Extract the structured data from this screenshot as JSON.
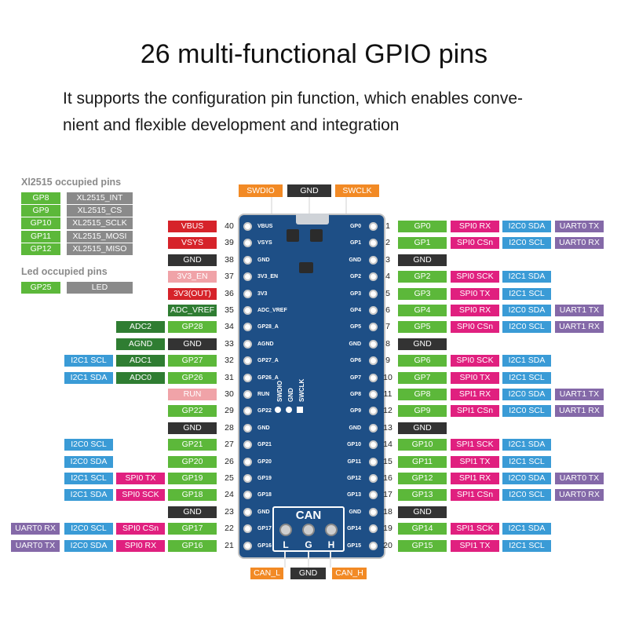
{
  "title": "26 multi-functional GPIO pins",
  "subtitle_line1": "It supports the configuration pin function, which enables conve-",
  "subtitle_line2": "nient and flexible development and integration",
  "xl2515_section": "Xl2515 occupied pins",
  "xl2515": [
    {
      "gp": "GP8",
      "fn": "XL2515_INT"
    },
    {
      "gp": "GP9",
      "fn": "XL2515_CS"
    },
    {
      "gp": "GP10",
      "fn": "XL2515_SCLK"
    },
    {
      "gp": "GP11",
      "fn": "XL2515_MOSI"
    },
    {
      "gp": "GP12",
      "fn": "XL2515_MISO"
    }
  ],
  "led_section": "Led occupied pins",
  "led": {
    "gp": "GP25",
    "fn": "LED"
  },
  "top_tags": {
    "swdio": "SWDIO",
    "gnd": "GND",
    "swclk": "SWCLK"
  },
  "bottom_tags": {
    "can_l": "CAN_L",
    "gnd": "GND",
    "can_h": "CAN_H"
  },
  "can_title": "CAN",
  "can_letters": [
    "L",
    "G",
    "H"
  ],
  "board_side_labels": [
    "SWDIO",
    "GND",
    "SWCLK"
  ],
  "colors": {
    "green": "#5cb83a",
    "red": "#d6232a",
    "pink_light": "#f0a3a8",
    "pink": "#e0207f",
    "blue": "#3a9bd6",
    "purple": "#8469a8",
    "dark_green": "#2f7d32",
    "black": "#333333",
    "grey": "#8a8a8a",
    "orange": "#f28a25",
    "board": "#1e4f86"
  },
  "left_rows": [
    {
      "num": "40",
      "pcb": "VBUS",
      "tags": [
        {
          "t": "VBUS",
          "c": "red"
        }
      ]
    },
    {
      "num": "39",
      "pcb": "VSYS",
      "tags": [
        {
          "t": "VSYS",
          "c": "red"
        }
      ]
    },
    {
      "num": "38",
      "pcb": "GND",
      "tags": [
        {
          "t": "GND",
          "c": "black"
        }
      ]
    },
    {
      "num": "37",
      "pcb": "3V3_EN",
      "tags": [
        {
          "t": "3V3_EN",
          "c": "pink_light"
        }
      ]
    },
    {
      "num": "36",
      "pcb": "3V3",
      "tags": [
        {
          "t": "3V3(OUT)",
          "c": "red"
        }
      ]
    },
    {
      "num": "35",
      "pcb": "ADC_VREF",
      "tags": [
        {
          "t": "ADC_VREF",
          "c": "dark_green"
        }
      ]
    },
    {
      "num": "34",
      "pcb": "GP28_A",
      "tags": [
        {
          "t": "GP28",
          "c": "green"
        },
        {
          "t": "ADC2",
          "c": "dark_green"
        }
      ]
    },
    {
      "num": "33",
      "pcb": "AGND",
      "tags": [
        {
          "t": "GND",
          "c": "black"
        },
        {
          "t": "AGND",
          "c": "dark_green"
        }
      ]
    },
    {
      "num": "32",
      "pcb": "GP27_A",
      "tags": [
        {
          "t": "GP27",
          "c": "green"
        },
        {
          "t": "ADC1",
          "c": "dark_green"
        },
        {
          "t": "I2C1 SCL",
          "c": "blue"
        }
      ]
    },
    {
      "num": "31",
      "pcb": "GP26_A",
      "tags": [
        {
          "t": "GP26",
          "c": "green"
        },
        {
          "t": "ADC0",
          "c": "dark_green"
        },
        {
          "t": "I2C1 SDA",
          "c": "blue"
        }
      ]
    },
    {
      "num": "30",
      "pcb": "RUN",
      "tags": [
        {
          "t": "RUN",
          "c": "pink_light"
        }
      ]
    },
    {
      "num": "29",
      "pcb": "GP22",
      "tags": [
        {
          "t": "GP22",
          "c": "green"
        }
      ]
    },
    {
      "num": "28",
      "pcb": "GND",
      "tags": [
        {
          "t": "GND",
          "c": "black"
        }
      ]
    },
    {
      "num": "27",
      "pcb": "GP21",
      "tags": [
        {
          "t": "GP21",
          "c": "green"
        },
        {
          "t": "I2C0 SCL",
          "c": "blue",
          "skip": true
        }
      ]
    },
    {
      "num": "26",
      "pcb": "GP20",
      "tags": [
        {
          "t": "GP20",
          "c": "green"
        },
        {
          "t": "I2C0 SDA",
          "c": "blue",
          "skip": true
        }
      ]
    },
    {
      "num": "25",
      "pcb": "GP19",
      "tags": [
        {
          "t": "GP19",
          "c": "green"
        },
        {
          "t": "SPI0 TX",
          "c": "pink"
        },
        {
          "t": "I2C1 SCL",
          "c": "blue"
        }
      ]
    },
    {
      "num": "24",
      "pcb": "GP18",
      "tags": [
        {
          "t": "GP18",
          "c": "green"
        },
        {
          "t": "SPI0 SCK",
          "c": "pink"
        },
        {
          "t": "I2C1 SDA",
          "c": "blue"
        }
      ]
    },
    {
      "num": "23",
      "pcb": "GND",
      "tags": [
        {
          "t": "GND",
          "c": "black"
        }
      ]
    },
    {
      "num": "22",
      "pcb": "GP17",
      "tags": [
        {
          "t": "GP17",
          "c": "green"
        },
        {
          "t": "SPI0 CSn",
          "c": "pink"
        },
        {
          "t": "I2C0 SCL",
          "c": "blue"
        },
        {
          "t": "UART0 RX",
          "c": "purple"
        }
      ]
    },
    {
      "num": "21",
      "pcb": "GP16",
      "tags": [
        {
          "t": "GP16",
          "c": "green"
        },
        {
          "t": "SPI0 RX",
          "c": "pink"
        },
        {
          "t": "I2C0 SDA",
          "c": "blue"
        },
        {
          "t": "UART0 TX",
          "c": "purple"
        }
      ]
    }
  ],
  "right_rows": [
    {
      "num": "1",
      "pcb": "GP0",
      "tags": [
        {
          "t": "GP0",
          "c": "green"
        },
        {
          "t": "SPI0 RX",
          "c": "pink"
        },
        {
          "t": "I2C0 SDA",
          "c": "blue"
        },
        {
          "t": "UART0 TX",
          "c": "purple"
        }
      ]
    },
    {
      "num": "2",
      "pcb": "GP1",
      "tags": [
        {
          "t": "GP1",
          "c": "green"
        },
        {
          "t": "SPI0 CSn",
          "c": "pink"
        },
        {
          "t": "I2C0 SCL",
          "c": "blue"
        },
        {
          "t": "UART0 RX",
          "c": "purple"
        }
      ]
    },
    {
      "num": "3",
      "pcb": "GND",
      "tags": [
        {
          "t": "GND",
          "c": "black"
        }
      ]
    },
    {
      "num": "4",
      "pcb": "GP2",
      "tags": [
        {
          "t": "GP2",
          "c": "green"
        },
        {
          "t": "SPI0 SCK",
          "c": "pink"
        },
        {
          "t": "I2C1 SDA",
          "c": "blue"
        }
      ]
    },
    {
      "num": "5",
      "pcb": "GP3",
      "tags": [
        {
          "t": "GP3",
          "c": "green"
        },
        {
          "t": "SPI0 TX",
          "c": "pink"
        },
        {
          "t": "I2C1 SCL",
          "c": "blue"
        }
      ]
    },
    {
      "num": "6",
      "pcb": "GP4",
      "tags": [
        {
          "t": "GP4",
          "c": "green"
        },
        {
          "t": "SPI0 RX",
          "c": "pink"
        },
        {
          "t": "I2C0 SDA",
          "c": "blue"
        },
        {
          "t": "UART1 TX",
          "c": "purple"
        }
      ]
    },
    {
      "num": "7",
      "pcb": "GP5",
      "tags": [
        {
          "t": "GP5",
          "c": "green"
        },
        {
          "t": "SPI0 CSn",
          "c": "pink"
        },
        {
          "t": "I2C0 SCL",
          "c": "blue"
        },
        {
          "t": "UART1 RX",
          "c": "purple"
        }
      ]
    },
    {
      "num": "8",
      "pcb": "GND",
      "tags": [
        {
          "t": "GND",
          "c": "black"
        }
      ]
    },
    {
      "num": "9",
      "pcb": "GP6",
      "tags": [
        {
          "t": "GP6",
          "c": "green"
        },
        {
          "t": "SPI0 SCK",
          "c": "pink"
        },
        {
          "t": "I2C1 SDA",
          "c": "blue"
        }
      ]
    },
    {
      "num": "10",
      "pcb": "GP7",
      "tags": [
        {
          "t": "GP7",
          "c": "green"
        },
        {
          "t": "SPI0 TX",
          "c": "pink"
        },
        {
          "t": "I2C1 SCL",
          "c": "blue"
        }
      ]
    },
    {
      "num": "11",
      "pcb": "GP8",
      "tags": [
        {
          "t": "GP8",
          "c": "green"
        },
        {
          "t": "SPI1 RX",
          "c": "pink"
        },
        {
          "t": "I2C0 SDA",
          "c": "blue"
        },
        {
          "t": "UART1 TX",
          "c": "purple"
        }
      ]
    },
    {
      "num": "12",
      "pcb": "GP9",
      "tags": [
        {
          "t": "GP9",
          "c": "green"
        },
        {
          "t": "SPI1 CSn",
          "c": "pink"
        },
        {
          "t": "I2C0 SCL",
          "c": "blue"
        },
        {
          "t": "UART1 RX",
          "c": "purple"
        }
      ]
    },
    {
      "num": "13",
      "pcb": "GND",
      "tags": [
        {
          "t": "GND",
          "c": "black"
        }
      ]
    },
    {
      "num": "14",
      "pcb": "GP10",
      "tags": [
        {
          "t": "GP10",
          "c": "green"
        },
        {
          "t": "SPI1 SCK",
          "c": "pink"
        },
        {
          "t": "I2C1 SDA",
          "c": "blue"
        }
      ]
    },
    {
      "num": "15",
      "pcb": "GP11",
      "tags": [
        {
          "t": "GP11",
          "c": "green"
        },
        {
          "t": "SPI1 TX",
          "c": "pink"
        },
        {
          "t": "I2C1 SCL",
          "c": "blue"
        }
      ]
    },
    {
      "num": "16",
      "pcb": "GP12",
      "tags": [
        {
          "t": "GP12",
          "c": "green"
        },
        {
          "t": "SPI1 RX",
          "c": "pink"
        },
        {
          "t": "I2C0 SDA",
          "c": "blue"
        },
        {
          "t": "UART0 TX",
          "c": "purple"
        }
      ]
    },
    {
      "num": "17",
      "pcb": "GP13",
      "tags": [
        {
          "t": "GP13",
          "c": "green"
        },
        {
          "t": "SPI1 CSn",
          "c": "pink"
        },
        {
          "t": "I2C0 SCL",
          "c": "blue"
        },
        {
          "t": "UART0 RX",
          "c": "purple"
        }
      ]
    },
    {
      "num": "18",
      "pcb": "GND",
      "tags": [
        {
          "t": "GND",
          "c": "black"
        }
      ]
    },
    {
      "num": "19",
      "pcb": "GP14",
      "tags": [
        {
          "t": "GP14",
          "c": "green"
        },
        {
          "t": "SPI1 SCK",
          "c": "pink"
        },
        {
          "t": "I2C1 SDA",
          "c": "blue"
        }
      ]
    },
    {
      "num": "20",
      "pcb": "GP15",
      "tags": [
        {
          "t": "GP15",
          "c": "green"
        },
        {
          "t": "SPI1 TX",
          "c": "pink"
        },
        {
          "t": "I2C1 SCL",
          "c": "blue"
        }
      ]
    }
  ]
}
